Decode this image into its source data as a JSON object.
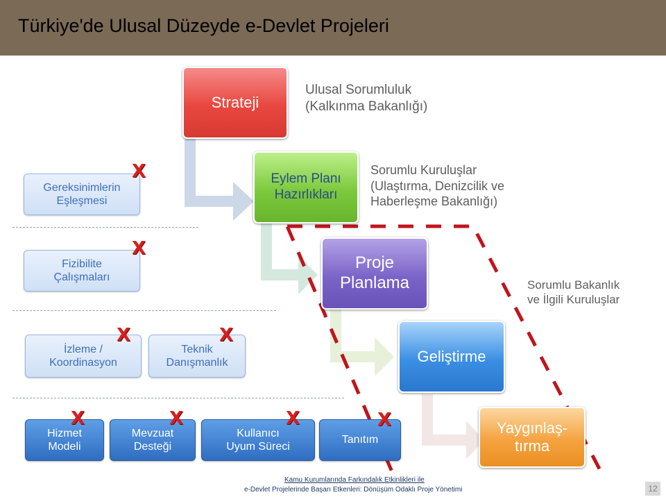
{
  "title": "Türkiye'de Ulusal Düzeyde e-Devlet Projeleri",
  "phases": {
    "strateji": "Strateji",
    "eylem_plani": "Eylem Planı\nHazırlıkları",
    "proje_planlama": "Proje\nPlanlama",
    "gelistirme": "Geliştirme",
    "yayginlastirma": "Yaygınlaş-\ntırma"
  },
  "notes": {
    "strateji": "Ulusal Sorumluluk\n(Kalkınma Bakanlığı)",
    "eylem_plani": "Sorumlu Kuruluşlar\n(Ulaştırma, Denizcilik ve\nHaberleşme Bakanlığı)",
    "proje_planlama": "Sorumlu Bakanlık\nve İlgili Kuruluşlar"
  },
  "side_boxes": {
    "gereksinimler": "Gereksinimlerin\nEşleşmesi",
    "fizibilite": "Fizibilite\nÇalışmaları",
    "izleme": "İzleme /\nKoordinasyon",
    "teknik": "Teknik\nDanışmanlık"
  },
  "bottom_boxes": {
    "hizmet": "Hizmet\nModeli",
    "mevzuat": "Mevzuat\nDesteği",
    "kullanici": "Kullanıcı\nUyum Süreci",
    "tanitim": "Tanıtım"
  },
  "x_mark": "X",
  "footer": {
    "line1": "Kamu Kurumlarında Farkındalık Etkinlikleri ile",
    "line2": "e-Devlet Projelerinde Başarı Etkenleri: Dönüşüm Odaklı Proje Yönetimi"
  },
  "page_number": "12",
  "colors": {
    "title_band": "#7a6a56",
    "highlight_dash": "#c0141c",
    "connector": "#c6d3e6"
  }
}
